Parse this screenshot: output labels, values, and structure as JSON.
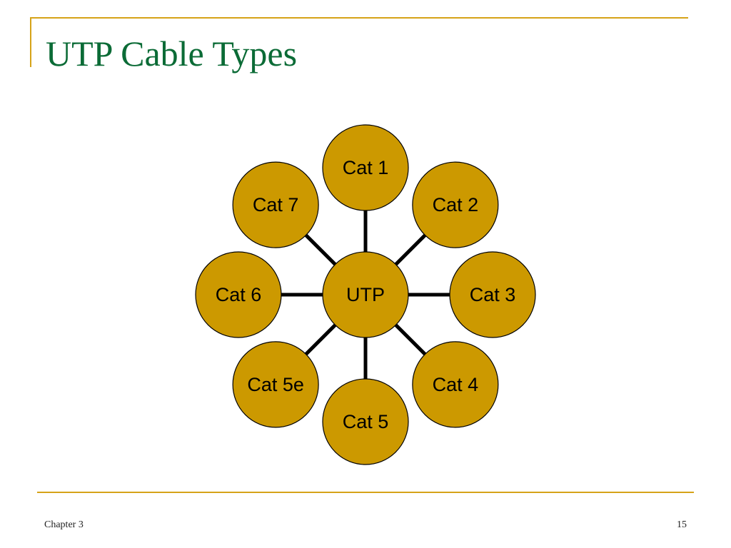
{
  "slide": {
    "title": "UTP Cable Types",
    "footer_left": "Chapter 3",
    "page_number": "15"
  },
  "colors": {
    "accent_line": "#d6a318",
    "title_text": "#0b6b36",
    "node_fill": "#cc9900",
    "node_stroke": "#000000",
    "connector": "#000000"
  },
  "diagram": {
    "center": "UTP",
    "nodes": [
      "Cat 1",
      "Cat 2",
      "Cat 3",
      "Cat 4",
      "Cat 5",
      "Cat 5e",
      "Cat 6",
      "Cat 7"
    ]
  }
}
